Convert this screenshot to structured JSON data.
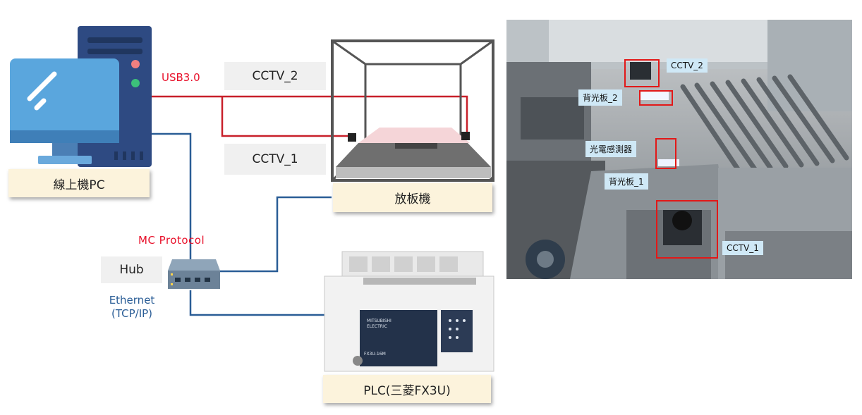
{
  "diagram": {
    "usb_label": "USB3.0",
    "cctv2_label": "CCTV_2",
    "cctv1_label": "CCTV_1",
    "pc_label": "線上機PC",
    "loader_label": "放板機",
    "mc_protocol_label": "MC Protocol",
    "hub_label": "Hub",
    "ethernet_label_line1": "Ethernet",
    "ethernet_label_line2": "(TCP/IP)",
    "plc_label": "PLC(三菱FX3U)",
    "plc_brand": "MITSUBISHI ELECTRIC",
    "plc_model": "FX3U-16M"
  },
  "photo": {
    "cctv2_label": "CCTV_2",
    "backlight2_label": "背光板_2",
    "sensor_label": "光電感測器",
    "backlight1_label": "背光板_1",
    "cctv1_label": "CCTV_1"
  },
  "colors": {
    "usb_line": "#c8202a",
    "ethernet_line": "#2a5d96",
    "label_bg": "#fcf3dc"
  }
}
